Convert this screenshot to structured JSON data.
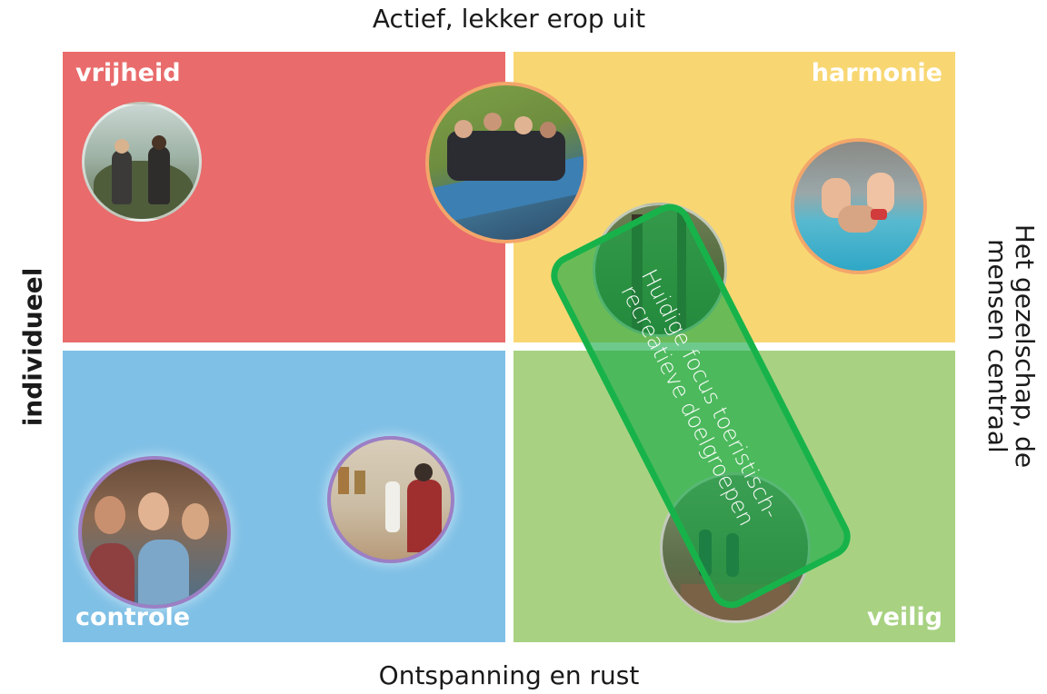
{
  "axes": {
    "top": "Actief, lekker erop uit",
    "bottom": "Ontspanning en rust",
    "left": "individueel",
    "right_line1": "Het gezelschap, de",
    "right_line2": "mensen centraal"
  },
  "quadrants": {
    "top_left": {
      "label": "vrijheid",
      "color": "#e96b6b"
    },
    "top_right": {
      "label": "harmonie",
      "color": "#f8d773"
    },
    "bottom_left": {
      "label": "controle",
      "color": "#7fc0e6"
    },
    "bottom_right": {
      "label": "veilig",
      "color": "#a8d282"
    }
  },
  "focus": {
    "line1": "Huidige focus toeristisch-",
    "line2": "recreatieve doelgroepen",
    "color": "#17b34a"
  }
}
